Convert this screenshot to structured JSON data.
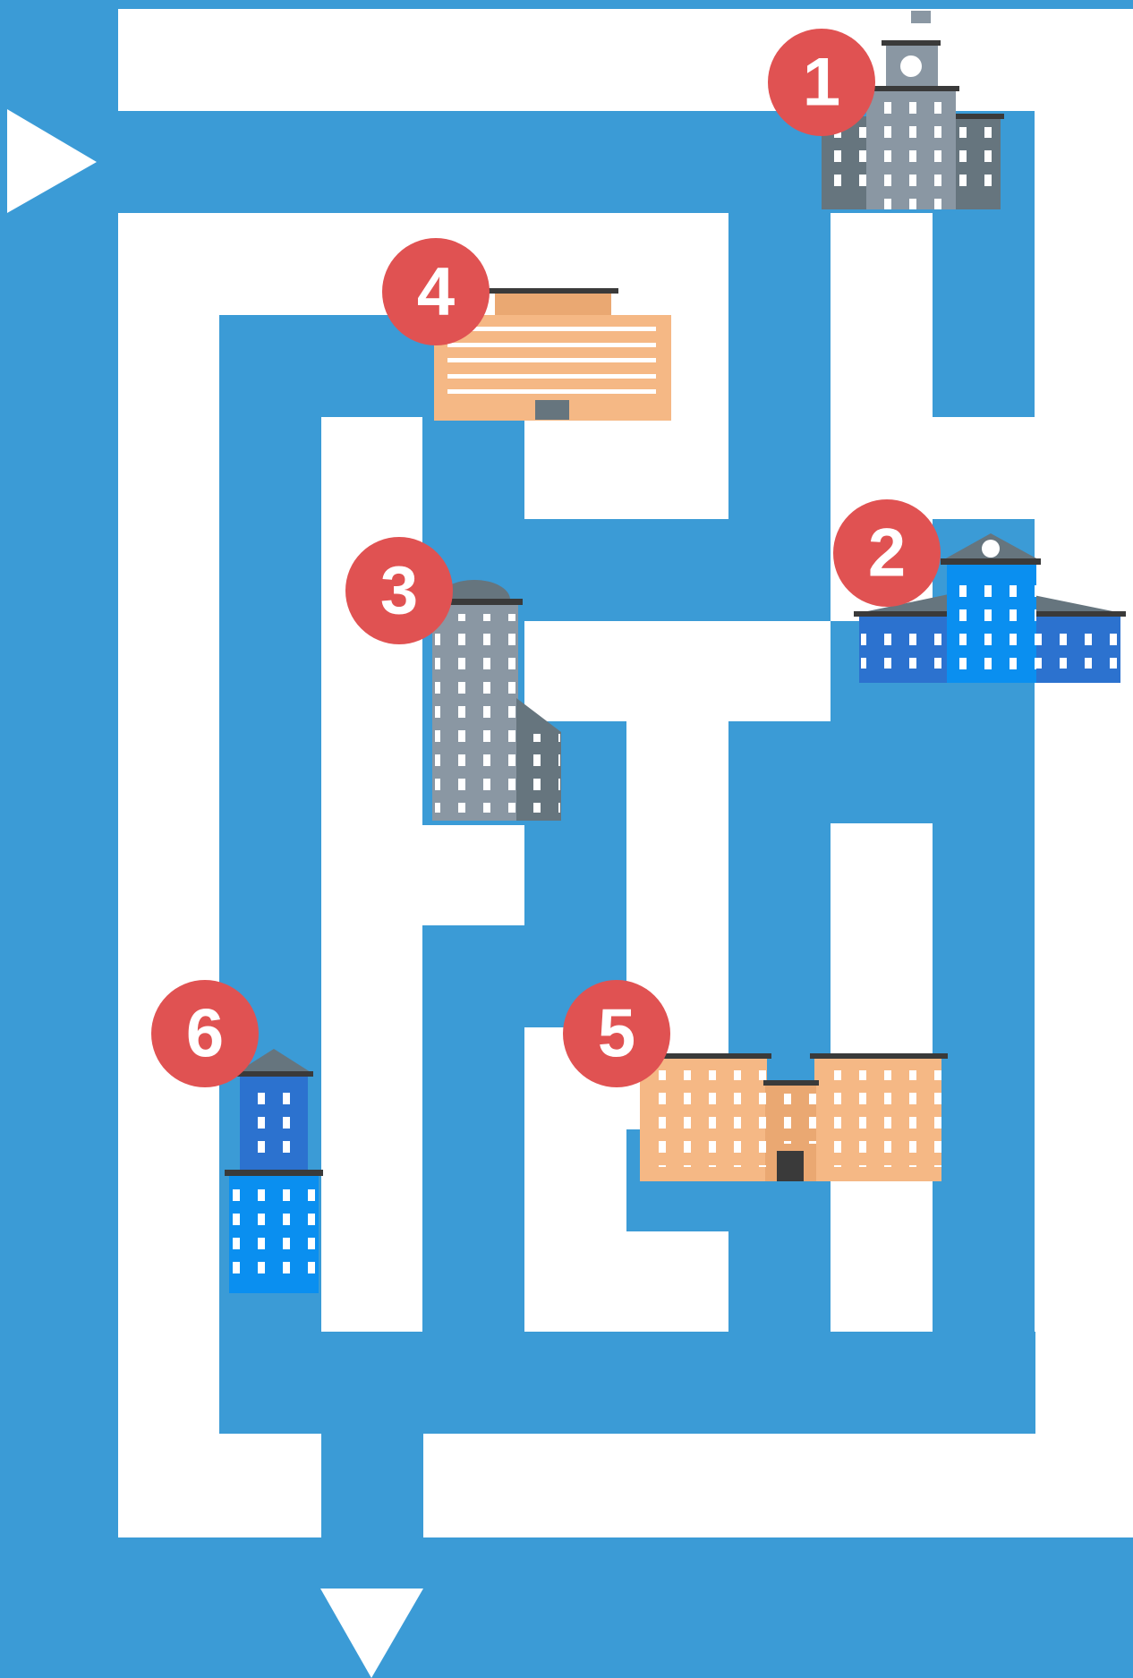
{
  "maze": {
    "path_color": "#3b9bd6",
    "wall_color": "#ffffff",
    "start_marker": "start-arrow-icon",
    "exit_marker": "exit-arrow-icon"
  },
  "badges": {
    "color": "#e05252",
    "text_color": "#ffffff",
    "b1": "1",
    "b2": "2",
    "b3": "3",
    "b4": "4",
    "b5": "5",
    "b6": "6"
  },
  "buildings": [
    {
      "number": "1",
      "icon": "city-hall-building-icon",
      "colors": [
        "#8a97a3",
        "#66757e"
      ]
    },
    {
      "number": "2",
      "icon": "blue-domed-building-icon",
      "colors": [
        "#0a8ff0",
        "#2c72cf"
      ]
    },
    {
      "number": "3",
      "icon": "gray-tower-building-icon",
      "colors": [
        "#8a97a3",
        "#66757e"
      ]
    },
    {
      "number": "4",
      "icon": "orange-office-building-icon",
      "colors": [
        "#f5b885",
        "#eaa872"
      ]
    },
    {
      "number": "5",
      "icon": "orange-school-building-icon",
      "colors": [
        "#f5b885",
        "#eaa872"
      ]
    },
    {
      "number": "6",
      "icon": "blue-apartment-building-icon",
      "colors": [
        "#0a8ff0",
        "#2c72cf"
      ]
    }
  ]
}
